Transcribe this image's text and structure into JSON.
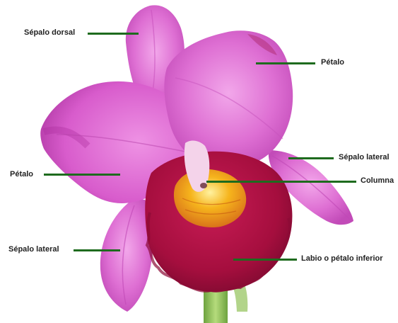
{
  "labels": {
    "dorsal_sepal": "Sépalo dorsal",
    "petal_right": "Pétalo",
    "lateral_sepal_right": "Sépalo lateral",
    "petal_left": "Pétalo",
    "column": "Columna",
    "lateral_sepal_left": "Sépalo lateral",
    "lip": "Labio o pétalo inferior"
  },
  "colors": {
    "leader_line": "#1e6b1e",
    "petal": "#d95fcf",
    "petal_light": "#ec8ee3",
    "lip": "#a8103f",
    "throat": "#f2a516",
    "stem": "#8fbf5a",
    "text": "#222222"
  }
}
